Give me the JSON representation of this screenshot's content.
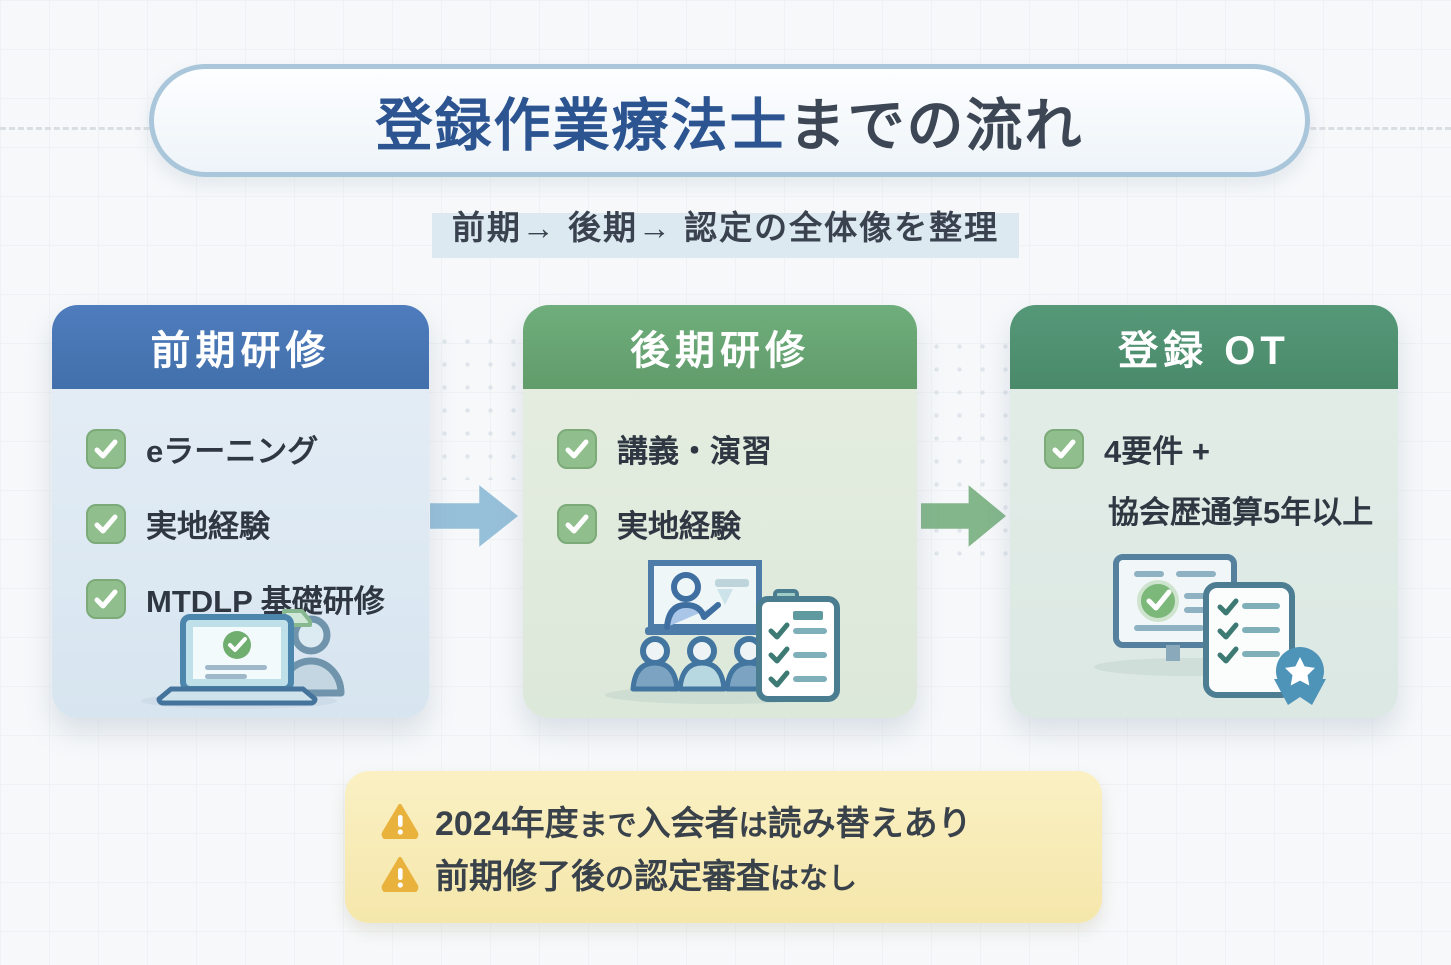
{
  "header": {
    "title_primary": "登録作業療法士",
    "title_suffix": "までの流れ",
    "subtitle": "前期→ 後期→ 認定の全体像を整理"
  },
  "cards": [
    {
      "header": "前期研修",
      "items": [
        "eラーニング",
        "実地経験",
        "MTDLP 基礎研修"
      ],
      "icon": "elearning-laptop-icon"
    },
    {
      "header": "後期研修",
      "items": [
        "講義・演習",
        "実地経験"
      ],
      "icon": "lecture-audience-clipboard-icon"
    },
    {
      "header": "登録 OT",
      "items": [
        "4要件 +"
      ],
      "subline": "協会歴通算5年以上",
      "icon": "certificate-award-icon"
    }
  ],
  "notes": {
    "line1": {
      "s1": "2024年度",
      "s2": "まで",
      "s3": "入会者",
      "s4": "は",
      "s5": "読み替えあり"
    },
    "line2": {
      "s1": "前期修了後",
      "s2": "の",
      "s3": "認定審査",
      "s4": "はなし"
    }
  },
  "colors": {
    "title_blue": "#2b5491",
    "title_gray": "#3c4654",
    "card1_header": "#4673b4",
    "card2_header": "#68a675",
    "card3_header": "#4f9173",
    "check_green": "#90bf8d",
    "arrow_blue": "#96bfda",
    "arrow_green": "#83b68b",
    "note_bg": "#f8ecb8",
    "warning_amber": "#e9b23c",
    "body_text": "#2e3742"
  }
}
